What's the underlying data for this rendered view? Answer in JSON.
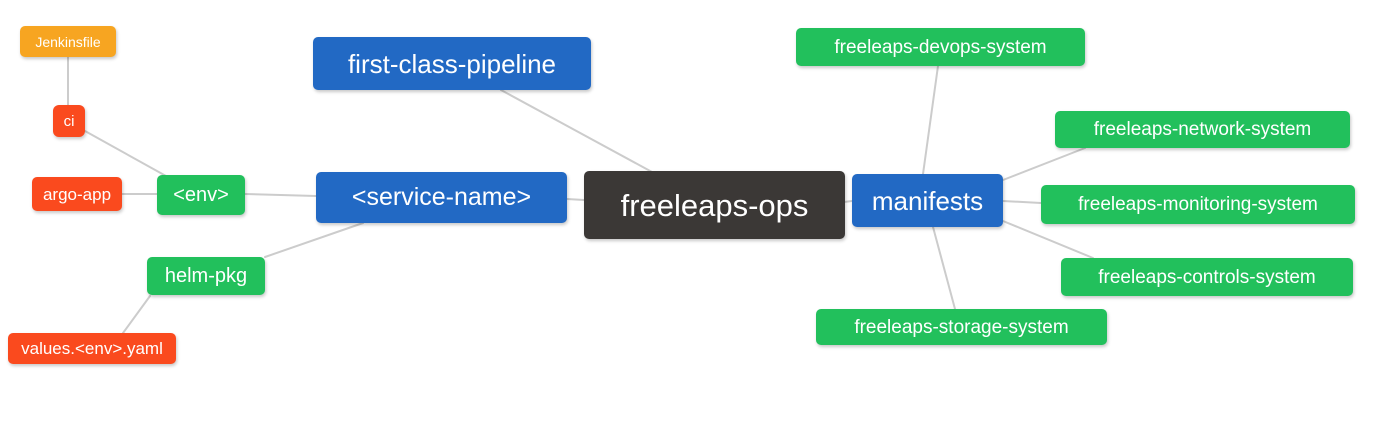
{
  "diagram": {
    "type": "mindmap",
    "root_label": "freeleaps-ops",
    "background": "#FFFFFF",
    "edge_color": "#CCCCCC",
    "palette": {
      "root": "#3B3836",
      "branch_blue": "#2269C4",
      "branch_green": "#22C05C",
      "leaf_red": "#FA4A1E",
      "leaf_orange": "#F7A521"
    },
    "nodes": [
      {
        "id": "jenkinsfile",
        "label": "Jenkinsfile",
        "color": "#F7A521",
        "role": "leaf"
      },
      {
        "id": "ci",
        "label": "ci",
        "color": "#FA4A1E",
        "role": "branch"
      },
      {
        "id": "argo-app",
        "label": "argo-app",
        "color": "#FA4A1E",
        "role": "leaf"
      },
      {
        "id": "env",
        "label": "<env>",
        "color": "#22C05C",
        "role": "branch"
      },
      {
        "id": "helm-pkg",
        "label": "helm-pkg",
        "color": "#22C05C",
        "role": "branch"
      },
      {
        "id": "values-env-yaml",
        "label": "values.<env>.yaml",
        "color": "#FA4A1E",
        "role": "leaf"
      },
      {
        "id": "first-class-pipeline",
        "label": "first-class-pipeline",
        "color": "#2269C4",
        "role": "branch"
      },
      {
        "id": "service-name",
        "label": "<service-name>",
        "color": "#2269C4",
        "role": "branch"
      },
      {
        "id": "freeleaps-ops",
        "label": "freeleaps-ops",
        "color": "#3B3836",
        "role": "root"
      },
      {
        "id": "manifests",
        "label": "manifests",
        "color": "#2269C4",
        "role": "branch"
      },
      {
        "id": "freeleaps-devops-system",
        "label": "freeleaps-devops-system",
        "color": "#22C05C",
        "role": "leaf"
      },
      {
        "id": "freeleaps-network-system",
        "label": "freeleaps-network-system",
        "color": "#22C05C",
        "role": "leaf"
      },
      {
        "id": "freeleaps-monitoring-system",
        "label": "freeleaps-monitoring-system",
        "color": "#22C05C",
        "role": "leaf"
      },
      {
        "id": "freeleaps-controls-system",
        "label": "freeleaps-controls-system",
        "color": "#22C05C",
        "role": "leaf"
      },
      {
        "id": "freeleaps-storage-system",
        "label": "freeleaps-storage-system",
        "color": "#22C05C",
        "role": "leaf"
      }
    ],
    "connections": [
      [
        "freeleaps-ops",
        "first-class-pipeline"
      ],
      [
        "freeleaps-ops",
        "service-name"
      ],
      [
        "freeleaps-ops",
        "manifests"
      ],
      [
        "service-name",
        "env"
      ],
      [
        "service-name",
        "helm-pkg"
      ],
      [
        "env",
        "ci"
      ],
      [
        "env",
        "argo-app"
      ],
      [
        "ci",
        "jenkinsfile"
      ],
      [
        "helm-pkg",
        "values-env-yaml"
      ],
      [
        "manifests",
        "freeleaps-devops-system"
      ],
      [
        "manifests",
        "freeleaps-network-system"
      ],
      [
        "manifests",
        "freeleaps-monitoring-system"
      ],
      [
        "manifests",
        "freeleaps-controls-system"
      ],
      [
        "manifests",
        "freeleaps-storage-system"
      ]
    ]
  }
}
